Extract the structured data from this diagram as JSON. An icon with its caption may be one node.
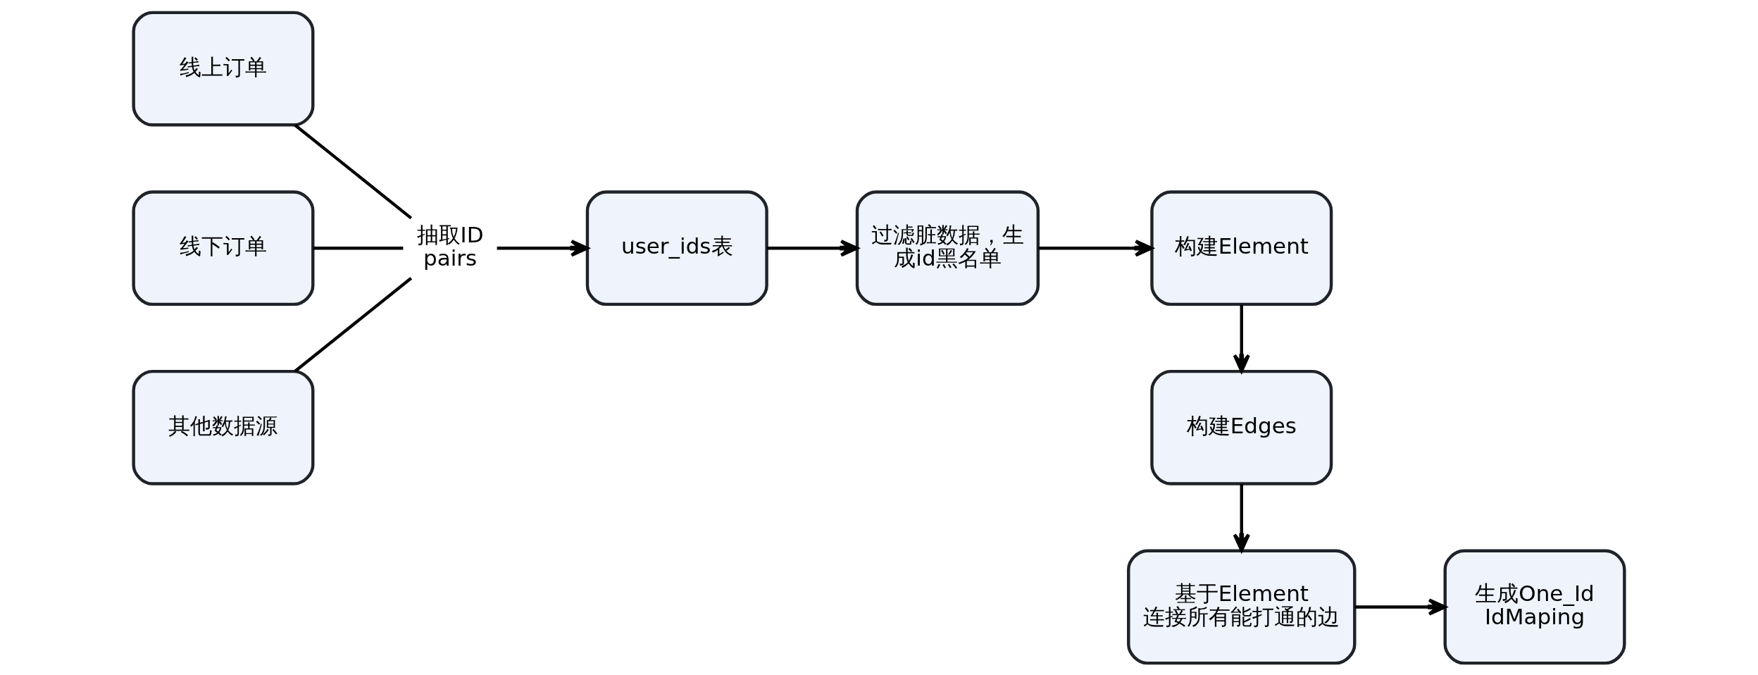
{
  "diagram": {
    "nodes": [
      {
        "text": [
          "线上订单"
        ]
      },
      {
        "text": [
          "线下订单"
        ]
      },
      {
        "text": [
          "其他数据源"
        ]
      },
      {
        "text": [
          "抽取ID pairs"
        ]
      },
      {
        "text": [
          "user_ids表"
        ]
      },
      {
        "text": [
          "过滤脏数据，生成id黑名单"
        ]
      },
      {
        "text": [
          "构建Element"
        ]
      },
      {
        "text": [
          "构建Edges"
        ]
      },
      {
        "text": [
          "基于Element连接所有能打通的边"
        ]
      },
      {
        "text": [
          "生成One_Id IdMaping"
        ]
      }
    ],
    "edges": [
      {
        "from": 0,
        "to": 3,
        "arrow": "none"
      },
      {
        "from": 1,
        "to": 3,
        "arrow": "none"
      },
      {
        "from": 2,
        "to": 3,
        "arrow": "none"
      },
      {
        "from": 3,
        "to": 4,
        "arrow": "to"
      },
      {
        "from": 4,
        "to": 5,
        "arrow": "to"
      },
      {
        "from": 5,
        "to": 6,
        "arrow": "to"
      },
      {
        "from": 6,
        "to": 7,
        "arrow": "to"
      },
      {
        "from": 7,
        "to": 8,
        "arrow": "to"
      },
      {
        "from": 8,
        "to": 9,
        "arrow": "to"
      }
    ]
  }
}
